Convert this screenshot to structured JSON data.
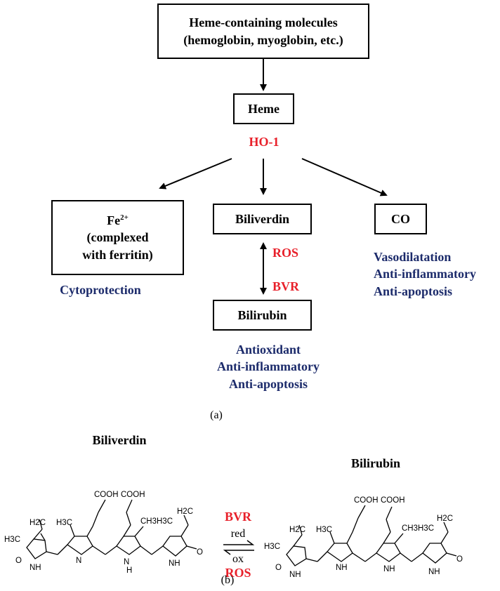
{
  "panel_a": {
    "top_box": {
      "line1": "Heme-containing molecules",
      "line2": "(hemoglobin, myoglobin, etc.)"
    },
    "heme_box": "Heme",
    "enzyme": "HO-1",
    "fe_box": {
      "symbol": "Fe",
      "charge": "2+",
      "line2": "(complexed",
      "line3": "with ferritin)"
    },
    "fe_effects": [
      "Cytoprotection"
    ],
    "biliverdin_box": "Biliverdin",
    "co_box": "CO",
    "co_effects": [
      "Vasodilatation",
      "Anti-inflammatory",
      "Anti-apoptosis"
    ],
    "ros": "ROS",
    "bvr": "BVR",
    "bilirubin_box": "Bilirubin",
    "bilirubin_effects": [
      "Antioxidant",
      "Anti-inflammatory",
      "Anti-apoptosis"
    ],
    "label": "(a)"
  },
  "panel_b": {
    "left_title": "Biliverdin",
    "right_title": "Bilirubin",
    "bvr": "BVR",
    "red": "red",
    "ox": "ox",
    "ros": "ROS",
    "label": "(b)",
    "chem": {
      "cooh": "COOH",
      "h3c": "H3C",
      "ch3": "CH3",
      "ch3h3c": "CH3H3C",
      "h2c": "H2C",
      "nh": "NH",
      "n": "N",
      "o": "O",
      "h": "H"
    }
  },
  "colors": {
    "red": "#e8202a",
    "blue": "#1c2b6b"
  }
}
